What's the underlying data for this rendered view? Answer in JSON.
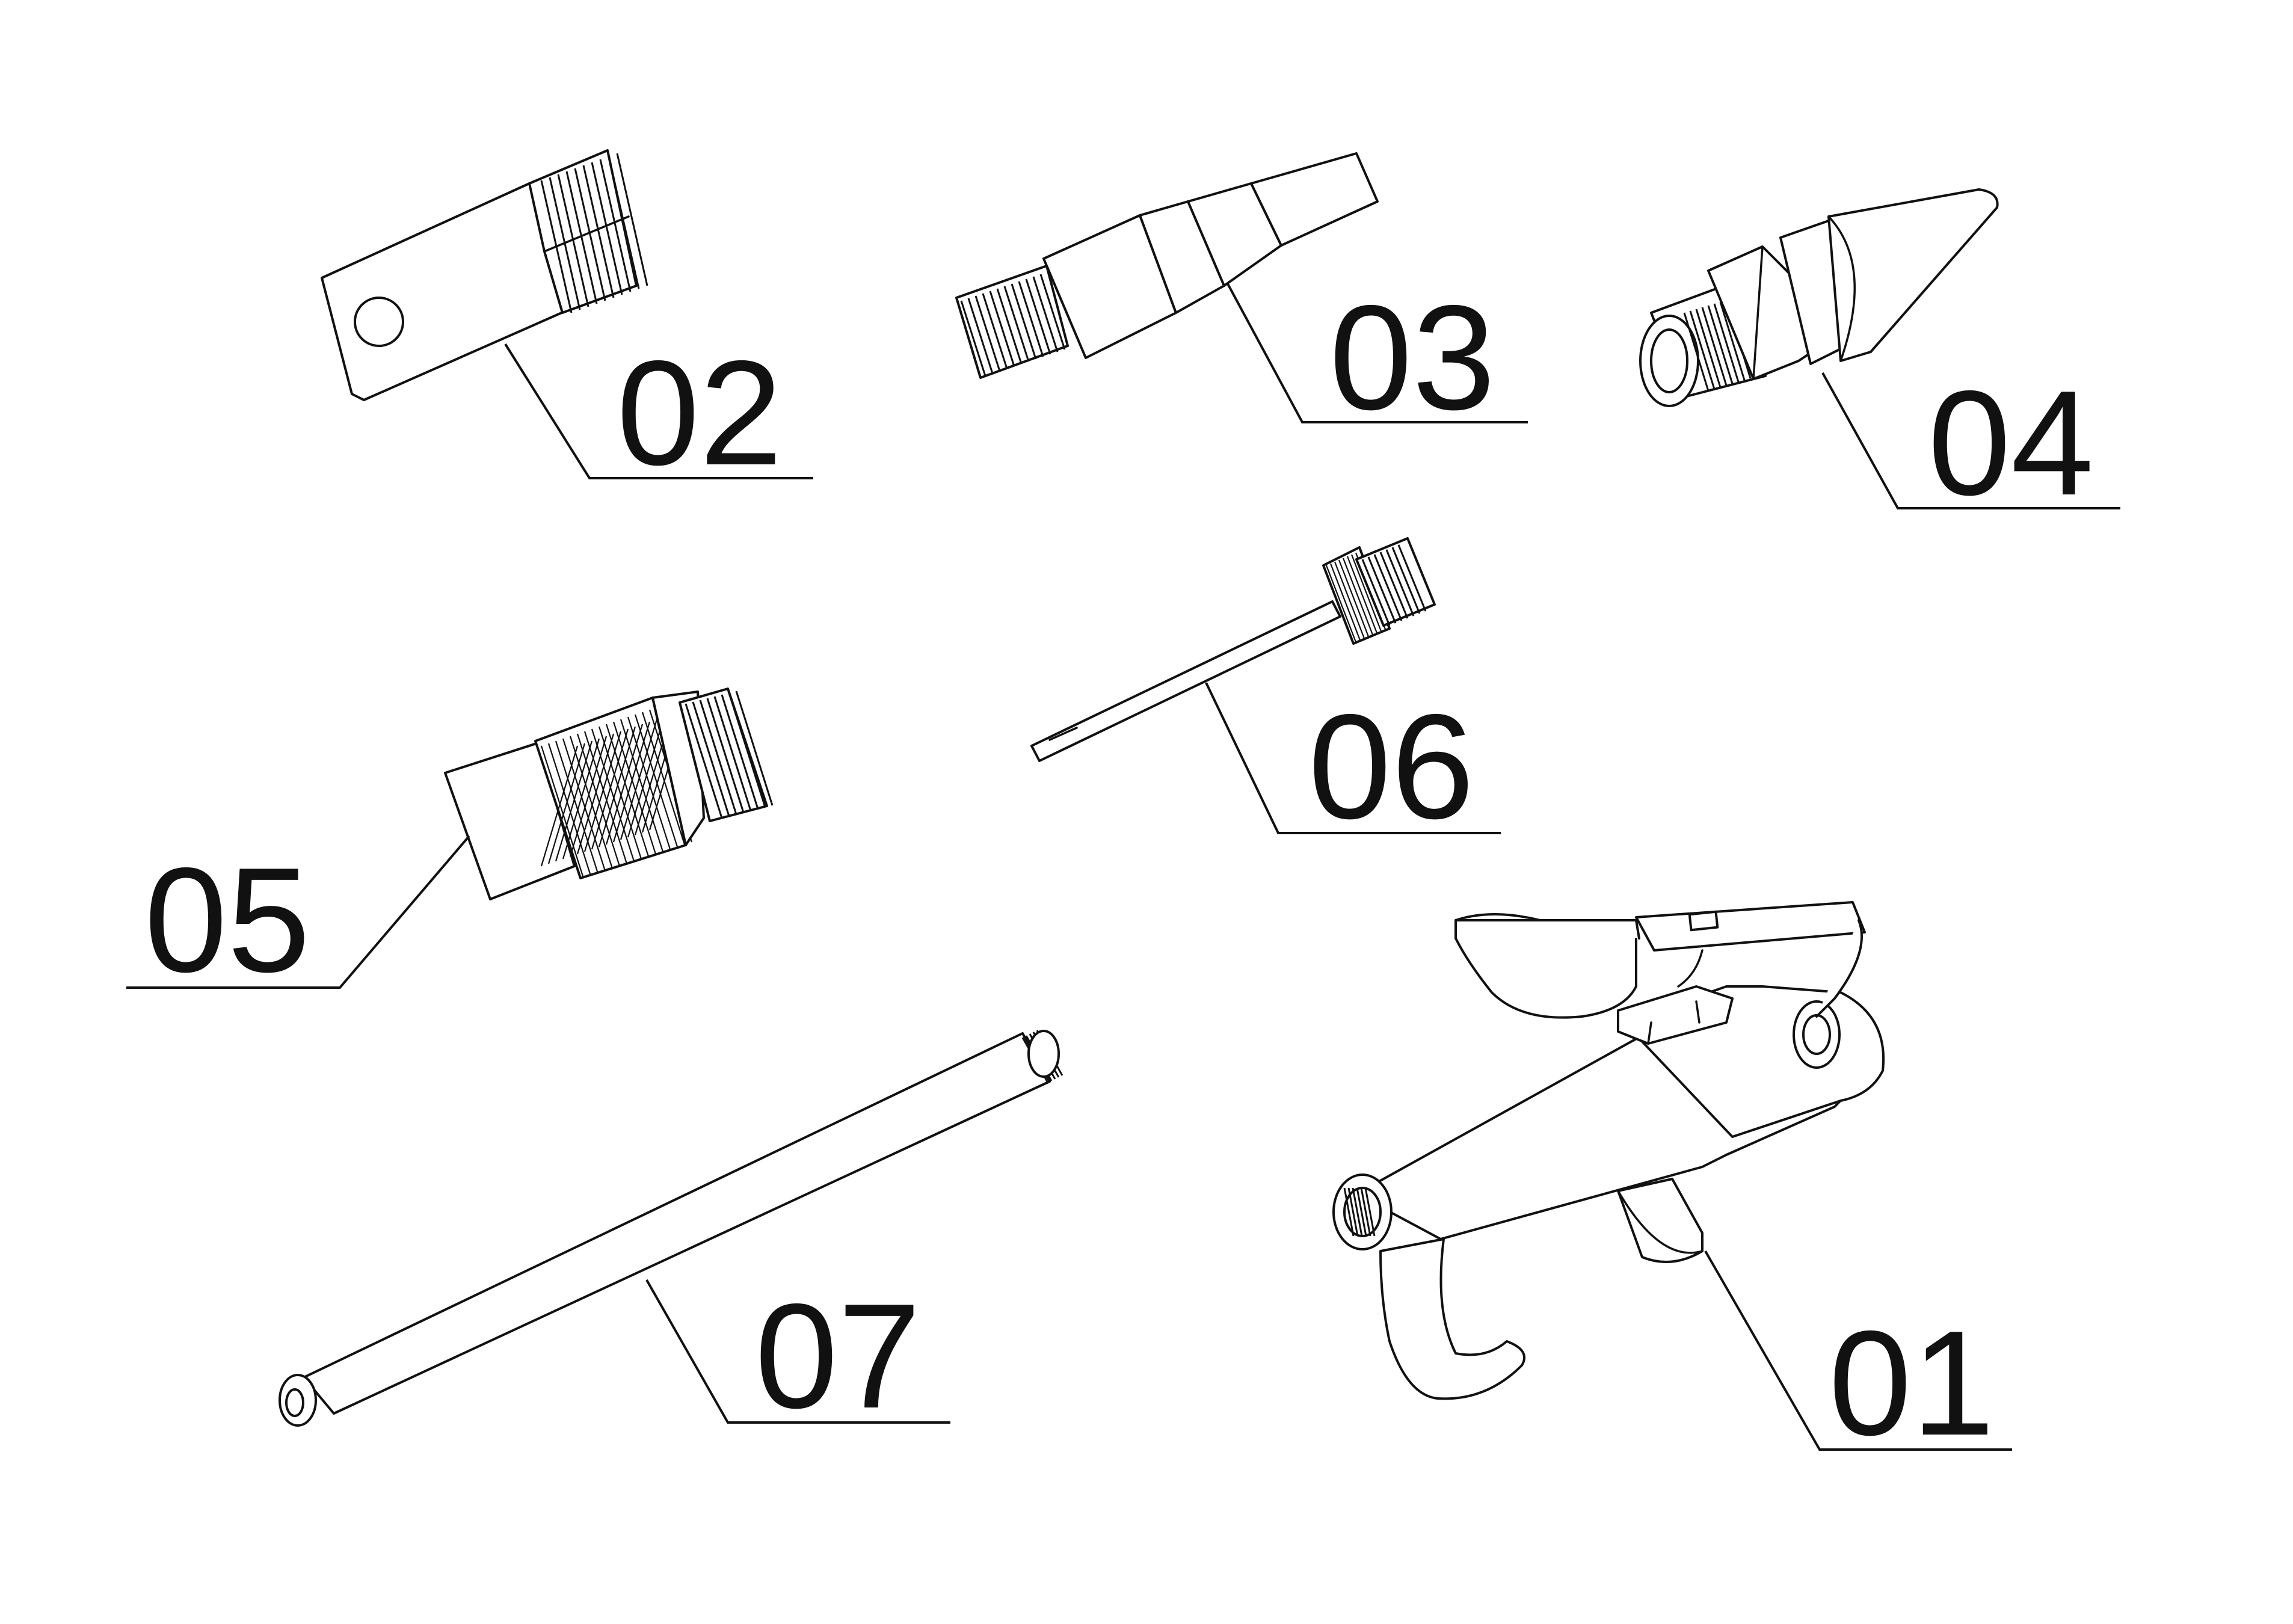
{
  "parts": [
    {
      "id": "01",
      "label": "01",
      "icon": "blow-gun-body-icon"
    },
    {
      "id": "02",
      "label": "02",
      "icon": "flat-tab-nozzle-icon"
    },
    {
      "id": "03",
      "label": "03",
      "icon": "stepped-cone-nozzle-icon"
    },
    {
      "id": "04",
      "label": "04",
      "icon": "rubber-tip-nozzle-icon"
    },
    {
      "id": "05",
      "label": "05",
      "icon": "knurled-adapter-icon"
    },
    {
      "id": "06",
      "label": "06",
      "icon": "needle-inflator-icon"
    },
    {
      "id": "07",
      "label": "07",
      "icon": "extension-tube-icon"
    }
  ],
  "colors": {
    "line": "#111111",
    "background": "#ffffff"
  }
}
